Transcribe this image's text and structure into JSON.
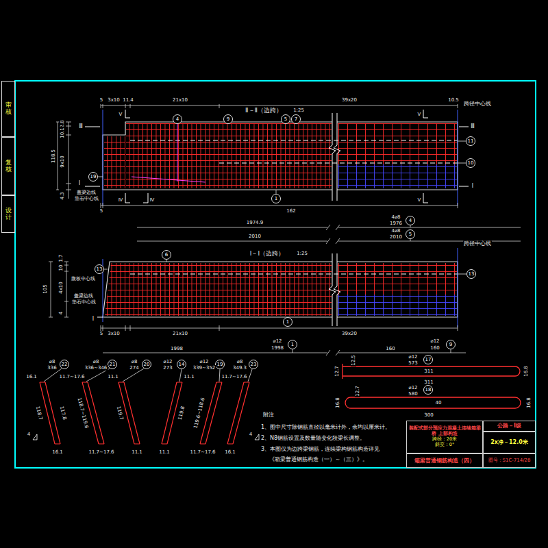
{
  "diagram": {
    "nodes": [
      {
        "text": [
          "审核"
        ]
      },
      {
        "text": [
          "复核"
        ]
      },
      {
        "text": [
          "设计"
        ]
      },
      {
        "text": [
          "4"
        ]
      },
      {
        "text": [
          "9"
        ]
      },
      {
        "text": [
          "5"
        ]
      },
      {
        "text": [
          "7"
        ]
      },
      {
        "text": [
          "11"
        ]
      },
      {
        "text": [
          "10"
        ]
      },
      {
        "text": [
          "19"
        ]
      },
      {
        "text": [
          "1"
        ]
      },
      {
        "text": [
          "4"
        ]
      },
      {
        "text": [
          "5"
        ]
      },
      {
        "text": [
          "6"
        ]
      },
      {
        "text": [
          "13"
        ]
      },
      {
        "text": [
          "13"
        ]
      },
      {
        "text": [
          "1"
        ]
      },
      {
        "text": [
          "1"
        ]
      },
      {
        "text": [
          "9"
        ]
      },
      {
        "text": [
          "22"
        ]
      },
      {
        "text": [
          "21"
        ]
      },
      {
        "text": [
          "20"
        ]
      },
      {
        "text": [
          "14"
        ]
      },
      {
        "text": [
          "19"
        ]
      },
      {
        "text": [
          "23"
        ]
      },
      {
        "text": [
          "17"
        ]
      },
      {
        "text": [
          "18"
        ]
      },
      {
        "text": [
          "装配式部分预应力混凝土连续箱梁桥 上部构造",
          "跨径：20米",
          "斜交：0°"
        ]
      },
      {
        "text": [
          "公路－Ⅰ级"
        ]
      },
      {
        "text": [
          "2x净－12.0米"
        ]
      },
      {
        "text": [
          "箱梁普通钢筋构造（四）"
        ]
      },
      {
        "text": [
          "图号：S1C-714/28"
        ]
      }
    ],
    "labels": [
      "Ⅱ－Ⅱ（边跨）",
      "1:25",
      "5",
      "3x10",
      "11.4",
      "21x10",
      "39x20",
      "10.5",
      "跨径中心线",
      "Ⅲ",
      "Ⅲ",
      "Ⅴ",
      "Ⅴ",
      "2.8",
      "10.1",
      "118.5",
      "9x10",
      "4.3",
      "Ⅰ",
      "Ⅰ",
      "盖梁边线",
      "垫石中心线",
      "Ⅳ",
      "Ⅳ",
      "Ⅴ",
      "5",
      "162",
      "1974.9",
      "4⌀8",
      "1976",
      "2010",
      "4⌀8",
      "2010",
      "Ⅰ－Ⅰ（边跨）",
      "1:25",
      "跨径中心线",
      "腹板中心线",
      "盖梁边线",
      "垫石中心线",
      "105",
      "1.7",
      "10",
      "4x10",
      "4",
      "Ⅰ",
      "5",
      "3x10",
      "21x10",
      "39x20",
      "1998",
      "⌀12",
      "1998",
      "⌀12",
      "160",
      "160",
      "16.1",
      "⌀8",
      "336",
      "118.7",
      "117.8",
      "16.1",
      "4",
      "11.7~17.6",
      "⌀8",
      "336~346",
      "118.7~119.6",
      "11.7~17.6",
      "11.1",
      "⌀8",
      "274",
      "119.7",
      "11.1",
      "⌀12",
      "273",
      "11.1",
      "119.8",
      "11.1",
      "⌀12",
      "339~352",
      "11.7~17.6",
      "119.6~118.6",
      "11.7~17.6",
      "⌀8",
      "349.3",
      "16.1",
      "4",
      "⌀12",
      "573",
      "311",
      "311",
      "12.7",
      "12.5",
      "16.8",
      "⌀12",
      "580",
      "40",
      "300",
      "12.7",
      "16.8",
      "16.8",
      "附注",
      "1、图中尺寸除钢筋直径以毫米计外，余均以厘米计。",
      "2、N8钢筋设置及数量随变化段梁长调整。",
      "3、本图仅为边跨梁钢筋，连续梁构钢筋构造详见",
      "《箱梁普通钢筋构造（一）～（三）》。"
    ]
  }
}
